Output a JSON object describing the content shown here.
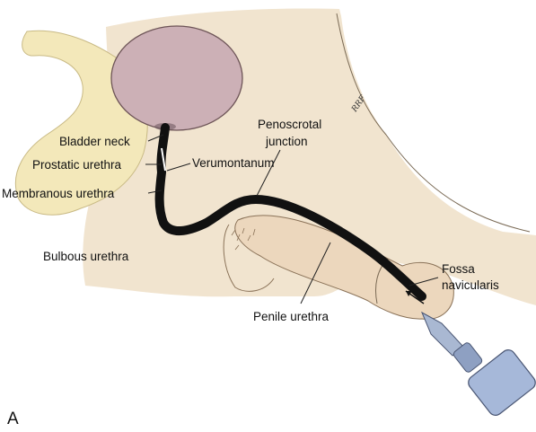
{
  "figure": {
    "panel_letter": "A",
    "signature": "RRF",
    "labels": {
      "bladder_neck": "Bladder neck",
      "prostatic_urethra": "Prostatic urethra",
      "verumontanum": "Verumontanum",
      "membranous_urethra": "Membranous urethra",
      "bulbous_urethra": "Bulbous urethra",
      "penoscrotal_line1": "Penoscrotal",
      "penoscrotal_line2": "junction",
      "penile_urethra": "Penile urethra",
      "fossa_line1": "Fossa",
      "fossa_line2": "navicularis"
    }
  },
  "colors": {
    "skin": "#f0e3cf",
    "pelvic_bone": "#f2e7b8",
    "bladder": "#ccb0b6",
    "urethra": "#111111",
    "syringe": "#9fb2d6"
  }
}
